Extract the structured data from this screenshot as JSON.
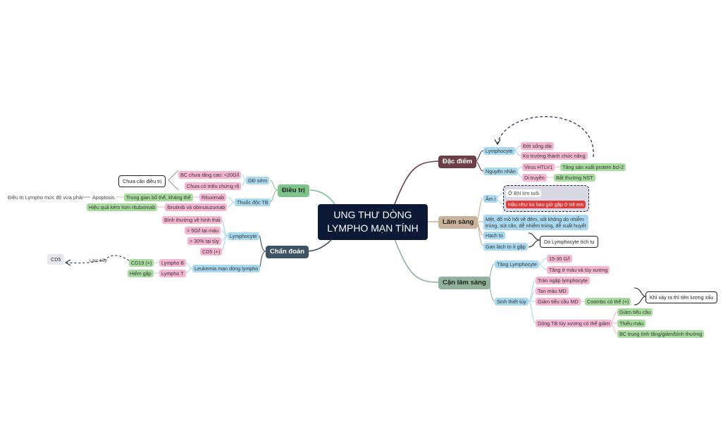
{
  "root": {
    "line1": "UNG THƯ DÒNG",
    "line2": "LYMPHO MẠN TÍNH"
  },
  "branches": {
    "dac_diem": "Đặc điểm",
    "lam_sang": "Lâm sàng",
    "can_lam_sang": "Cận lâm sàng",
    "dieu_tri": "Điều trị",
    "chan_doan": "Chẩn đoán"
  },
  "dac_diem": {
    "lymphocyte": "Lymphocyte",
    "doi_song_dai": "Đời sống dài",
    "ko_truong_thanh": "Ko trưởng thành chức năng",
    "nguyen_nhan": "Nguyên nhân",
    "virus": "Virus HTLV1",
    "tang_san_xuat": "Tăng sản xuất protein bcl-2",
    "di_truyen": "Di truyền",
    "bat_thuong": "Bất thường NST"
  },
  "lam_sang": {
    "am_i": "Âm ỉ",
    "o_bn": "Ở BN lớn tuổi",
    "hau_nhu": "Hầu như ko bao giờ gặp ở trẻ em",
    "met_line1": "Mệt, đổ mồ hôi về đêm, sốt không do nhiễm",
    "met_line2": "trùng, sút cân, dễ nhiễm trùng, dễ xuất huyết",
    "hach_to": "Hạch to",
    "gan_lach": "Gan lách to ít gặp",
    "do_lympho": "Do Lymphocyte tích tụ"
  },
  "can_lam_sang": {
    "tang_lympho": "Tăng Lymphocyte",
    "g15_30": "15-30 G/l",
    "tang_o_mau": "Tăng ở máu và tủy xương",
    "sinh_thiet": "Sinh thiết tủy",
    "tran_ngap": "Tràn ngập lymphocyte",
    "tan_mau": "Tan máu MD",
    "giam_tieu_cau_md": "Giảm tiểu cầu MD",
    "coombs": "Coombs có thể (+)",
    "khi_xay_ra": "Khi xảy ra thì tiên lượng xấu",
    "dong_tb": "Dòng TB tủy xương có thể giảm",
    "giam_tieu_cau": "Giảm tiểu cầu",
    "thieu_mau": "Thiếu máu",
    "bc_trung_tinh": "BC trung tính tăng/giảm/bình thường"
  },
  "dieu_tri": {
    "gd_som": "GĐ sớm",
    "bc_chua_tang": "BC chưa tăng cao: <20G/l",
    "chua_co_trieu": "Chưa có triệu chứng rõ",
    "chua_can": "Chưa cần điều trị",
    "thuoc_doc": "Thuốc độc TB",
    "rituximab": "Rituximab",
    "trung_gian": "Trung gian bổ thể, kháng thể",
    "apoptosis": "Apoptosis",
    "dieu_tri_vua": "Điều trị Lympho mức độ vừa phải",
    "ibrutinib": "Ibrutinib và obinutuzumab",
    "hieu_qua": "Hiệu quả kém hơn ritubximab"
  },
  "chan_doan": {
    "lymphocyte": "Lymphocyte",
    "binh_thuong": "Bình thường về hình thái",
    "gt5": "> 5G/l tại máu",
    "gt30": "> 30% tại tủy",
    "cd5": "CD5 (+)",
    "leukemia": "Leukemia mạn dòng lympho",
    "lympho_b": "Lympho B",
    "cd19": "CD19 (+)",
    "lympho_t": "Lympho T",
    "hiem_gap": "Hiếm gặp",
    "lam_tiep": "Làm tiếp",
    "cd5_box": "CD5"
  },
  "colors": {
    "root": "#0b1836",
    "dac_diem": "#6b3f45",
    "lam_sang": "#c9b29b",
    "can_lam_sang": "#8fb29a",
    "dieu_tri": "#7fc48a",
    "chan_doan": "#3e5363",
    "blue": "#a9d9f0",
    "pink": "#f4b6d0",
    "green": "#a8dc9f",
    "red": "#e03a3a"
  }
}
